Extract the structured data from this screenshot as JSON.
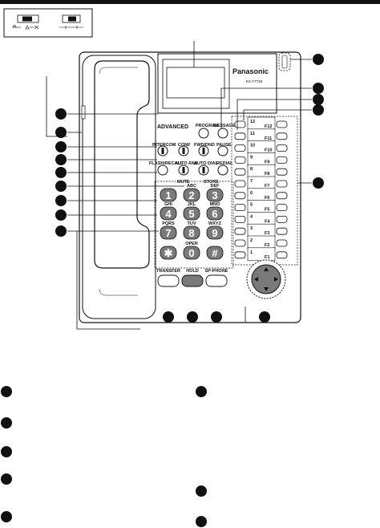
{
  "brand": "Panasonic",
  "model": "KX-T7730",
  "system_label": "ADVANCED",
  "buttons": {
    "program": "PROGRAM",
    "message": "MESSAGE",
    "intercom": "INTERCOM",
    "conf": "CONF",
    "fwd_dnd": "FWD/DND",
    "pause": "PAUSE",
    "flashrecall": "FLASH/RECALL",
    "auto_ans": "AUTO ANS",
    "auto_dial": "AUTO DIAL",
    "redial": "REDIAL",
    "mute": "MUTE",
    "store": "STORE",
    "transfer": "TRANSFER",
    "hold": "HOLD",
    "sp_phone": "SP-PHONE"
  },
  "keypad": [
    {
      "digit": "1",
      "letters": ""
    },
    {
      "digit": "2",
      "letters": "ABC"
    },
    {
      "digit": "3",
      "letters": "DEF"
    },
    {
      "digit": "4",
      "letters": "GHI"
    },
    {
      "digit": "5",
      "letters": "JKL"
    },
    {
      "digit": "6",
      "letters": "MNO"
    },
    {
      "digit": "7",
      "letters": "PQRS"
    },
    {
      "digit": "8",
      "letters": "TUV"
    },
    {
      "digit": "9",
      "letters": "WXYZ"
    },
    {
      "digit": "✱",
      "letters": ""
    },
    {
      "digit": "0",
      "letters": "OPER"
    },
    {
      "digit": "#",
      "letters": ""
    }
  ],
  "co_keys": [
    {
      "left": "12",
      "right": "F12"
    },
    {
      "left": "11",
      "right": "F11"
    },
    {
      "left": "10",
      "right": "F10"
    },
    {
      "left": "9",
      "right": "F9"
    },
    {
      "left": "8",
      "right": "F8"
    },
    {
      "left": "7",
      "right": "F7"
    },
    {
      "left": "6",
      "right": "F6"
    },
    {
      "left": "5",
      "right": "F5"
    },
    {
      "left": "4",
      "right": "F4"
    },
    {
      "left": "3",
      "right": "F3"
    },
    {
      "left": "2",
      "right": "F2"
    },
    {
      "left": "1",
      "right": "F1"
    }
  ]
}
